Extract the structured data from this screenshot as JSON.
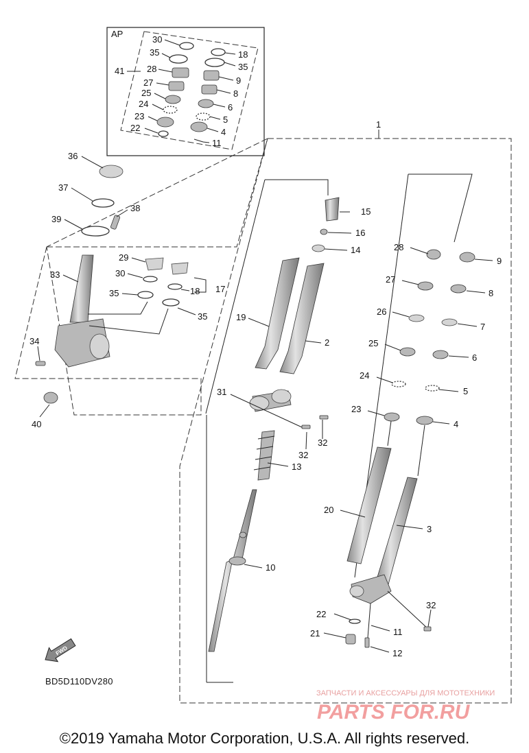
{
  "labels": {
    "ap": "AP",
    "n30a": "30",
    "n35a": "35",
    "n41": "41",
    "n28a": "28",
    "n27a": "27",
    "n25a": "25",
    "n24a": "24",
    "n23a": "23",
    "n22a": "22",
    "n18a": "18",
    "n35b": "35",
    "n9a": "9",
    "n8a": "8",
    "n6a": "6",
    "n5a": "5",
    "n4a": "4",
    "n11a": "11",
    "n1": "1",
    "n36": "36",
    "n37": "37",
    "n38": "38",
    "n39": "39",
    "n29": "29",
    "n30b": "30",
    "n18b": "18",
    "n17": "17",
    "n35c": "35",
    "n35d": "35",
    "n33": "33",
    "n34": "34",
    "n40": "40",
    "n15": "15",
    "n16": "16",
    "n14": "14",
    "n19": "19",
    "n2": "2",
    "n31": "31",
    "n32a": "32",
    "n32b": "32",
    "n13": "13",
    "n10": "10",
    "n28b": "28",
    "n9b": "9",
    "n27b": "27",
    "n8b": "8",
    "n26": "26",
    "n7": "7",
    "n25b": "25",
    "n6b": "6",
    "n24b": "24",
    "n5b": "5",
    "n23b": "23",
    "n4b": "4",
    "n20": "20",
    "n3": "3",
    "n22b": "22",
    "n32c": "32",
    "n11b": "11",
    "n21": "21",
    "n12": "12"
  },
  "fwd_label": "FWD",
  "diagram_code": "BD5D110DV280",
  "watermark": {
    "line1": "ЗАПЧАСТИ И АКСЕССУАРЫ ДЛЯ МОТОТЕХНИКИ",
    "line2": "PARTS FOR.RU"
  },
  "copyright": "©2019 Yamaha Motor Corporation, U.S.A. All rights reserved."
}
